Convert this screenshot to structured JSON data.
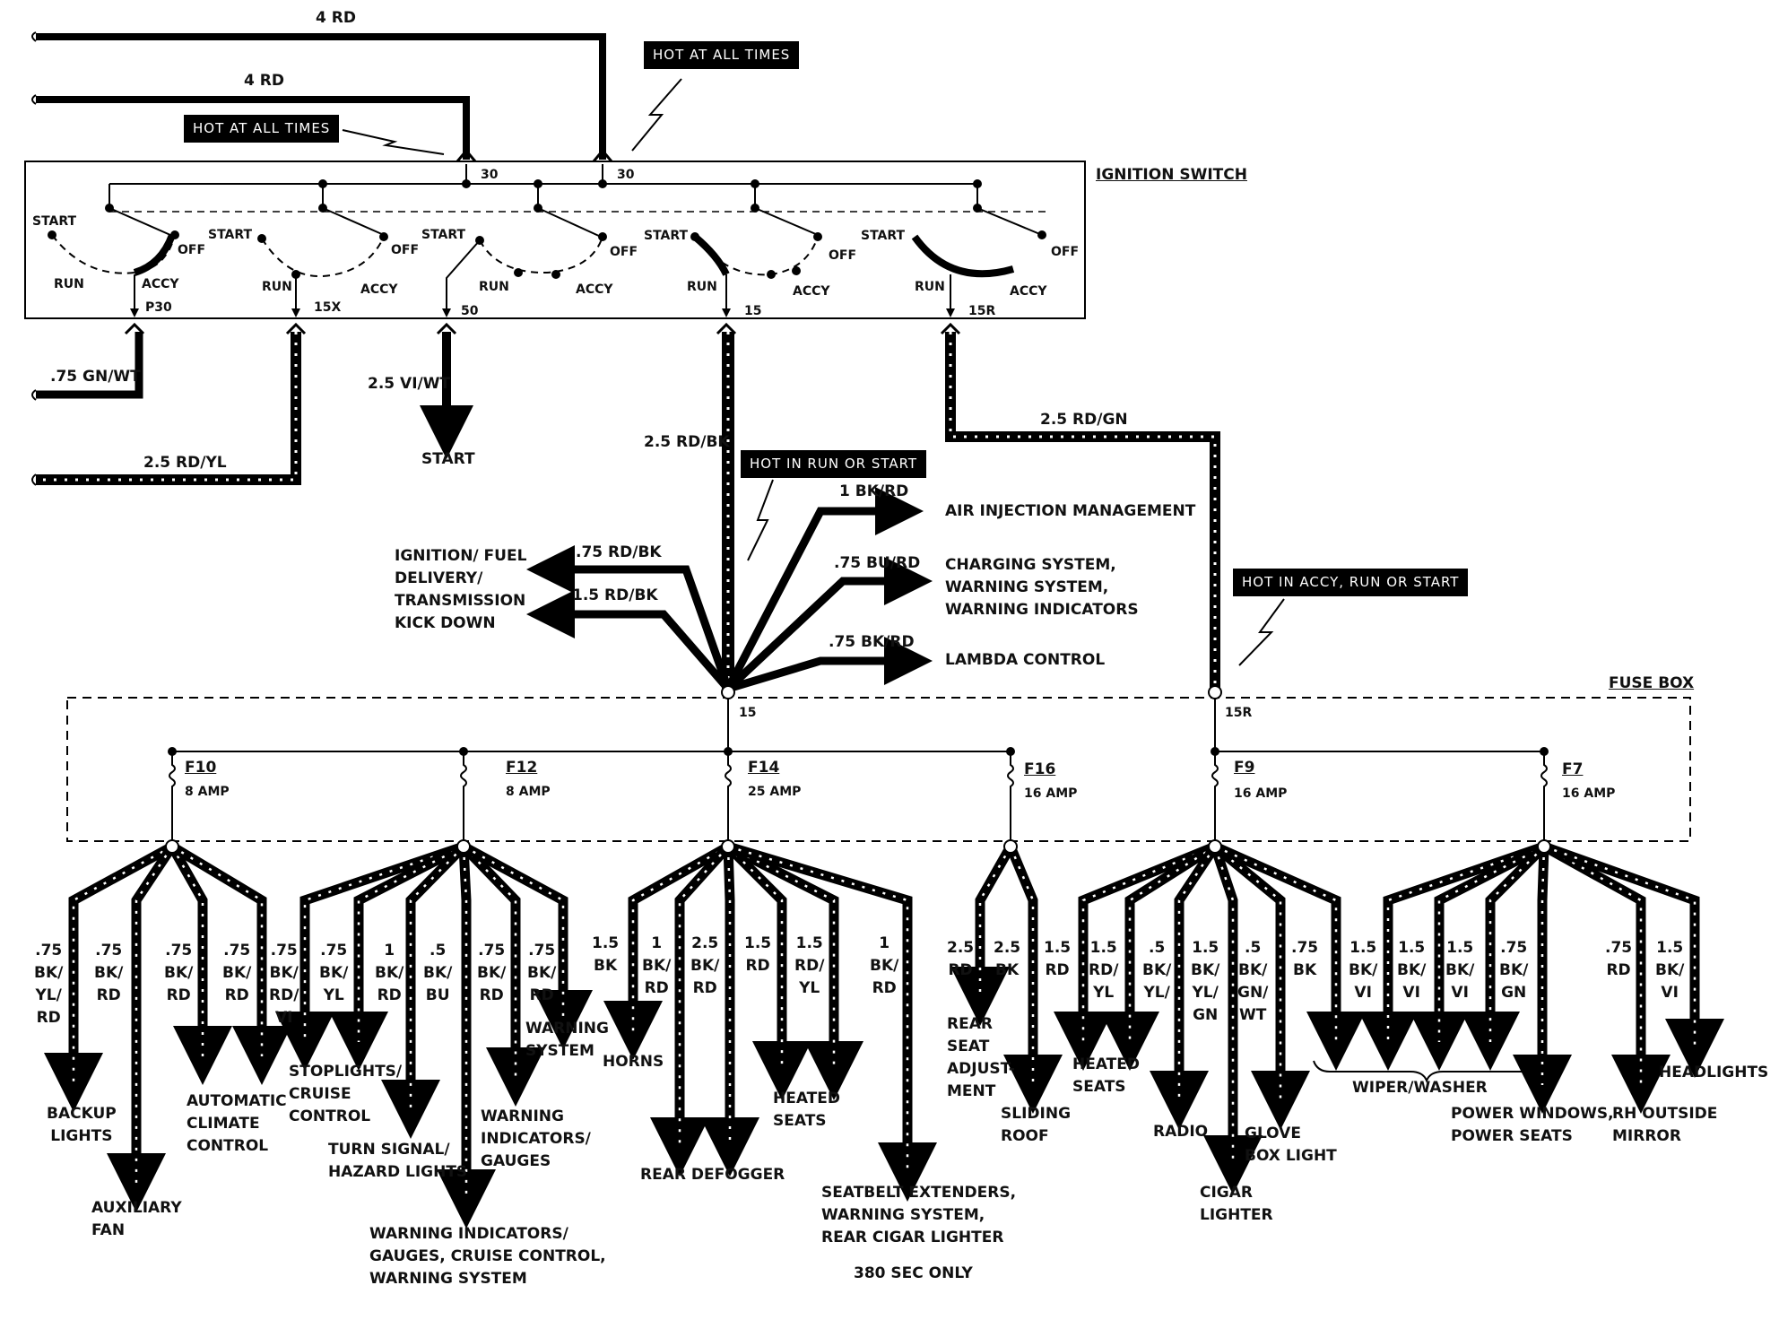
{
  "input_wires": {
    "top": "4 RD",
    "second": "4 RD"
  },
  "hot_labels": {
    "all_times_1": "HOT AT ALL TIMES",
    "all_times_2": "HOT AT ALL TIMES",
    "run_start": "HOT IN RUN OR START",
    "accy_run_start": "HOT IN ACCY, RUN OR START"
  },
  "ignition_switch": {
    "title": "IGNITION SWITCH",
    "terminals": [
      "30",
      "30"
    ],
    "outputs": [
      "P30",
      "15X",
      "50",
      "15",
      "15R"
    ],
    "positions": {
      "start": "START",
      "off": "OFF",
      "run": "RUN",
      "accy": "ACCY"
    }
  },
  "switch_wires": {
    "p30": ".75 GN/WT",
    "x15": "2.5 RD/YL",
    "t50": "2.5 VI/WT",
    "t50_dest": "START",
    "t15": "2.5 RD/BK",
    "t15r": "2.5 RD/GN"
  },
  "t15_branches": [
    {
      "wire": "1 BK/RD",
      "dest": "AIR INJECTION MANAGEMENT"
    },
    {
      "wire": ".75 BU/RD",
      "dest": "CHARGING SYSTEM,\nWARNING SYSTEM,\nWARNING INDICATORS"
    },
    {
      "wire": ".75 BK/RD",
      "dest": "LAMBDA CONTROL"
    },
    {
      "wire": ".75 RD/BK",
      "dest": ""
    },
    {
      "wire": "1.5 RD/BK",
      "dest": ""
    }
  ],
  "left_dest": "IGNITION/ FUEL\nDELIVERY/\nTRANSMISSION\nKICK DOWN",
  "fuse_box": {
    "title": "FUSE BOX",
    "inputs": [
      "15",
      "15R"
    ],
    "fuses": [
      {
        "id": "F10",
        "rating": "8 AMP"
      },
      {
        "id": "F12",
        "rating": "8 AMP"
      },
      {
        "id": "F14",
        "rating": "25 AMP"
      },
      {
        "id": "F16",
        "rating": "16 AMP"
      },
      {
        "id": "F9",
        "rating": "16 AMP"
      },
      {
        "id": "F7",
        "rating": "16 AMP"
      }
    ]
  },
  "loads": {
    "f10": {
      "wires": [
        ".75\nBK/\nYL/\nRD",
        ".75\nBK/\nRD",
        ".75\nBK/\nRD",
        ".75\nBK/\nRD",
        ".75\nBK/\nRD/\nVI"
      ],
      "dests": [
        "BACKUP\nLIGHTS",
        "AUXILIARY\nFAN",
        "AUTOMATIC\nCLIMATE\nCONTROL"
      ]
    },
    "f12": {
      "wires": [
        ".75\nBK/\nYL",
        "1\nBK/\nRD",
        ".5\nBK/\nBU",
        ".75\nBK/\nRD",
        ".75\nBK/\nRD"
      ],
      "dests": [
        "STOPLIGHTS/\nCRUISE\nCONTROL",
        "TURN SIGNAL/\nHAZARD LIGHTS",
        "WARNING\nINDICATORS/\nGAUGES",
        "WARNING\nSYSTEM",
        "WARNING INDICATORS/\nGAUGES, CRUISE CONTROL,\nWARNING SYSTEM"
      ]
    },
    "f14": {
      "wires": [
        "1.5\nBK",
        "1\nBK/\nRD",
        "2.5\nBK/\nRD",
        "1.5\nRD",
        "1.5\nRD/\nYL",
        "1\nBK/\nRD"
      ],
      "dests": [
        "HORNS",
        "REAR DEFOGGER",
        "HEATED\nSEATS",
        "SEATBELT EXTENDERS,\nWARNING SYSTEM,\nREAR CIGAR LIGHTER"
      ],
      "note": "380 SEC ONLY"
    },
    "f16": {
      "wires": [
        "2.5\nRD",
        "2.5\nBK"
      ],
      "dests": [
        "REAR\nSEAT\nADJUST-\nMENT",
        "SLIDING\nROOF"
      ]
    },
    "f9": {
      "wires": [
        "1.5\nRD",
        "1.5\nRD/\nYL",
        ".5\nBK/\nYL/",
        "1.5\nBK/\nYL/\nGN",
        ".5\nBK/\nGN/\nWT",
        ".75\nBK"
      ],
      "dests": [
        "HEATED\nSEATS",
        "RADIO",
        "CIGAR\nLIGHTER",
        "GLOVE\nBOX LIGHT"
      ]
    },
    "f7": {
      "wires": [
        "1.5\nBK/\nVI",
        "1.5\nBK/\nVI",
        "1.5\nBK/\nVI",
        ".75\nBK/\nGN",
        ".75\nRD",
        "1.5\nBK/\nVI"
      ],
      "dests": [
        "WIPER/WASHER",
        "POWER WINDOWS,\nPOWER SEATS",
        "RH OUTSIDE\nMIRROR",
        "HEADLIGHTS"
      ]
    }
  }
}
